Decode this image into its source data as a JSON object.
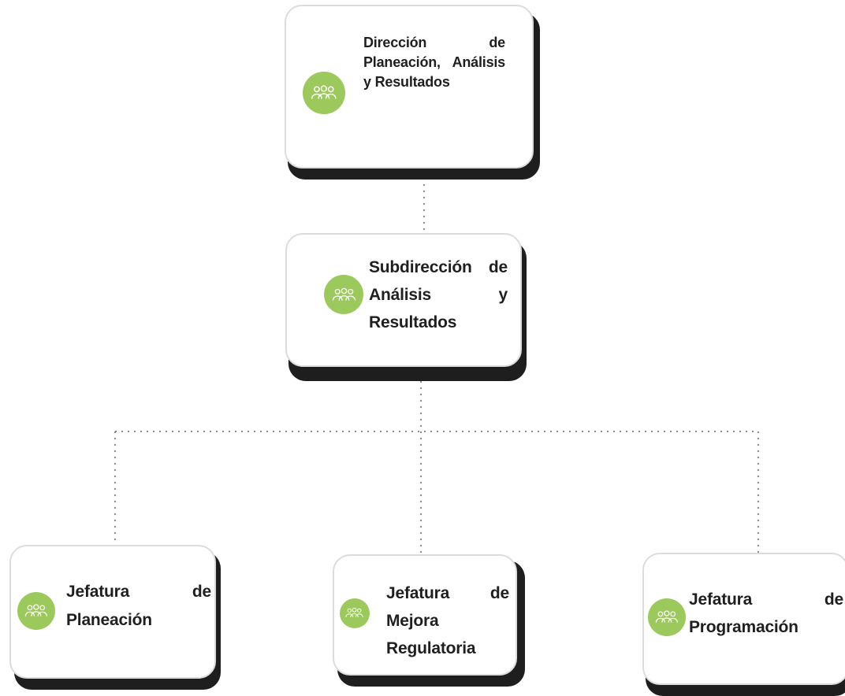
{
  "org_chart": {
    "nodes": [
      {
        "id": "direccion",
        "label": "Dirección de Planeación, Análisis y Resultados",
        "icon": "group-icon"
      },
      {
        "id": "subdireccion",
        "label": "Subdirección de Análisis y Resultados",
        "icon": "group-icon"
      },
      {
        "id": "jefatura_planeacion",
        "label": "Jefatura de Planeación",
        "icon": "group-icon"
      },
      {
        "id": "jefatura_mejora",
        "label": "Jefatura de Mejora Regulatoria",
        "icon": "group-icon"
      },
      {
        "id": "jefatura_programacion",
        "label": "Jefatura de Programación",
        "icon": "group-icon"
      }
    ],
    "edges": [
      [
        "direccion",
        "subdireccion"
      ],
      [
        "subdireccion",
        "jefatura_planeacion"
      ],
      [
        "subdireccion",
        "jefatura_mejora"
      ],
      [
        "subdireccion",
        "jefatura_programacion"
      ]
    ],
    "colors": {
      "icon_fill": "#9cc95c",
      "connector": "#8a8a8a",
      "card_shadow": "#1e1e1e",
      "text": "#1f1f1f"
    }
  }
}
